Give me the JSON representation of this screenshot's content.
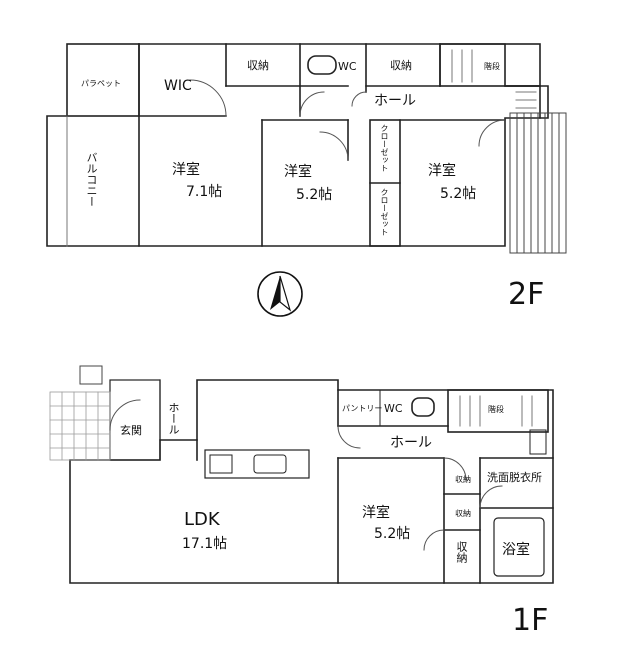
{
  "floor2": {
    "label": "2F",
    "rooms": {
      "parapet": "パラペット",
      "wic": "WIC",
      "storage_a": "収納",
      "wc": "WC",
      "storage_b": "収納",
      "stairs": "階段",
      "hall": "ホール",
      "balcony": "バルコニー",
      "room_west_name": "洋室",
      "room_west_area": "7.1帖",
      "room_mid_name": "洋室",
      "room_mid_area": "5.2帖",
      "closet_a": "クローゼット",
      "closet_b": "クローゼット",
      "room_east_name": "洋室",
      "room_east_area": "5.2帖"
    }
  },
  "floor1": {
    "label": "1F",
    "rooms": {
      "entrance": "玄関",
      "hall_west": "ホール",
      "pantry": "パントリー",
      "wc": "WC",
      "stairs": "階段",
      "hall_east": "ホール",
      "ldk_name": "LDK",
      "ldk_area": "17.1帖",
      "room_name": "洋室",
      "room_area": "5.2帖",
      "storage_a": "収納",
      "storage_b": "収納",
      "storage_c": "収納",
      "washroom": "洗面脱衣所",
      "bath": "浴室"
    }
  },
  "icons": {
    "compass": "north-compass-icon"
  },
  "colors": {
    "line": "#222222",
    "thin": "#777777",
    "grid": "#9a9a9a"
  }
}
